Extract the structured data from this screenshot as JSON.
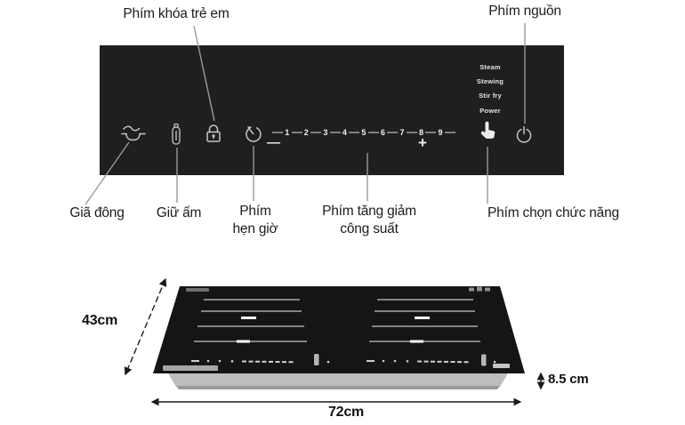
{
  "annotations": {
    "child_lock": "Phím khóa trẻ em",
    "power_key": "Phím nguồn",
    "defrost": "Giã đông",
    "keep_warm": "Giữ ấm",
    "timer": [
      "Phím",
      "hẹn giờ"
    ],
    "power_adjust": [
      "Phím tăng giảm",
      "công suất"
    ],
    "function_select": "Phím chọn chức năng"
  },
  "panel": {
    "function_modes": [
      "Steam",
      "Stewing",
      "Stir fry",
      "Power"
    ],
    "power_levels": [
      "1",
      "2",
      "3",
      "4",
      "5",
      "6",
      "7",
      "8",
      "9"
    ],
    "minus_label": "—",
    "plus_label": "+"
  },
  "dimensions": {
    "depth": "43cm",
    "width": "72cm",
    "height": "8.5 cm"
  },
  "colors": {
    "panel_bg": "#211e1e",
    "icon_gray": "#c6c6c6",
    "glass_black": "#171414",
    "base_gray": "#bdbdbd",
    "leader_line": "#9a9a9a",
    "annotation_text": "#1c1c1c"
  }
}
